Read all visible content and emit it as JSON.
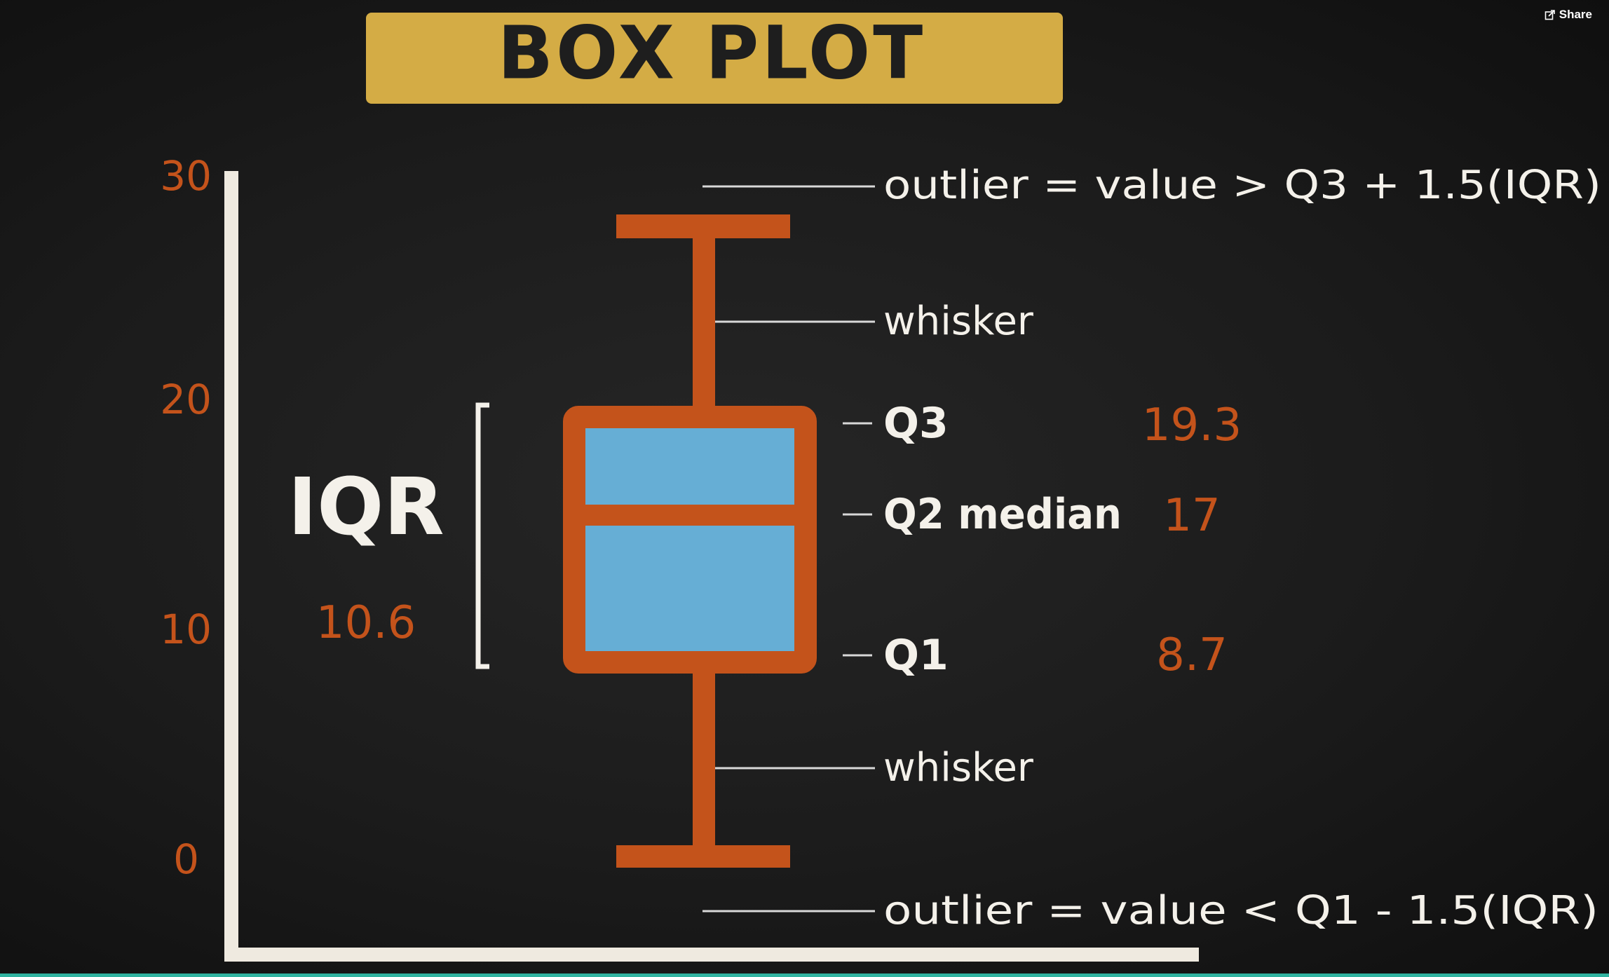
{
  "header": {
    "share_label": "Share",
    "share_icon": "share-icon"
  },
  "diagram": {
    "title": "BOX PLOT",
    "colors": {
      "background": "#1b1b1b",
      "title_banner": "#d4ac45",
      "title_text": "#1e1e1e",
      "axis": "#efeae0",
      "accent": "#c4531b",
      "box_fill": "#66aed5",
      "label_text": "#f4f1ea",
      "guide_lines": "#d8d8d8"
    },
    "iqr_label": "IQR",
    "iqr_value": "10.6",
    "labels": {
      "outlier_upper": "outlier = value > Q3 + 1.5(IQR)",
      "whisker_upper": "whisker",
      "q3": "Q3",
      "q2": "Q2 median",
      "q1": "Q1",
      "whisker_lower": "whisker",
      "outlier_lower": "outlier = value < Q1 - 1.5(IQR)"
    },
    "values": {
      "q3": "19.3",
      "q2": "17",
      "q1": "8.7"
    }
  },
  "chart_data": {
    "type": "boxplot",
    "title": "BOX PLOT",
    "yticks": [
      0,
      10,
      20,
      30
    ],
    "ylim": [
      -4,
      30
    ],
    "q1": 8.7,
    "median": 17,
    "q3": 19.3,
    "iqr": 10.6,
    "whisker_low": 0,
    "whisker_high": 27.5
  }
}
